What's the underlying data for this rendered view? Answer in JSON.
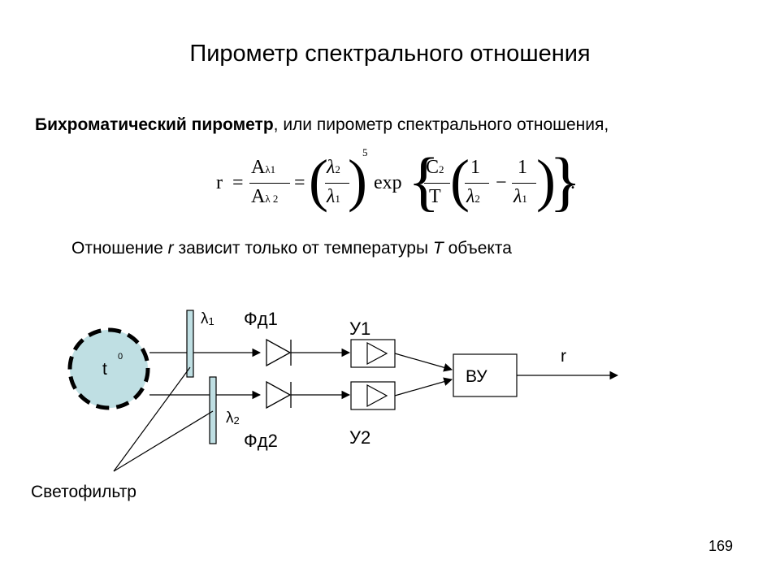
{
  "title": "Пирометр спектрального отношения",
  "intro": {
    "bold": "Бихроматический пирометр",
    "rest": ", или пирометр спектрального отношения,"
  },
  "formula": {
    "r": "r",
    "eq": "=",
    "A": "A",
    "lam": "λ",
    "one": "1",
    "two": "2",
    "five": "5",
    "exp": "exp",
    "C": "C",
    "T": "T",
    "minus": "−",
    "dot": "."
  },
  "note": {
    "part1": "Отношение ",
    "r": "r",
    "part2": " зависит только от температуры ",
    "T": "T",
    "part3": " объекта"
  },
  "diagram": {
    "object_label": "t",
    "object_sup": "0",
    "lambda1": "λ",
    "lambda1_sub": "1",
    "lambda2": "λ",
    "lambda2_sub": "2",
    "fd1": "Фд1",
    "fd2": "Фд2",
    "u1": "У1",
    "u2": "У2",
    "vu": "ВУ",
    "r": "r",
    "filter_caption": "Светофильтр"
  },
  "page_number": "169"
}
